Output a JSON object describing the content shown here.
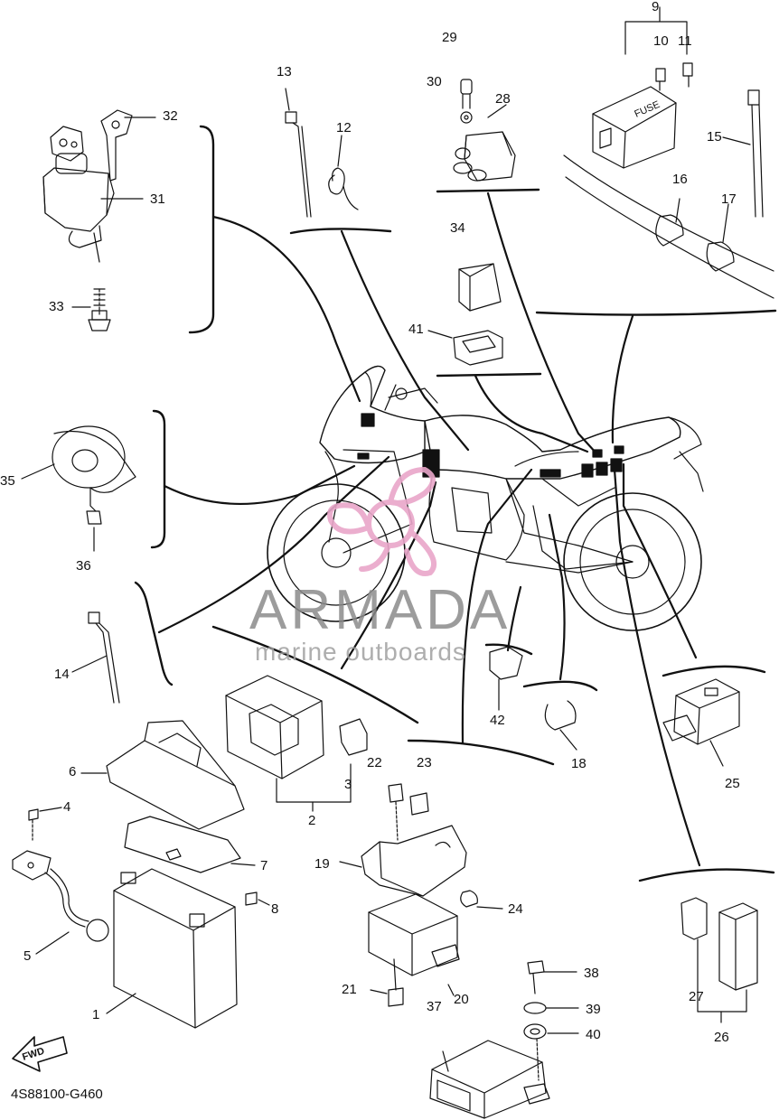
{
  "diagram": {
    "drawing_code": "4S88100-G460",
    "fwd_label": "FWD",
    "fuse_label": "FUSE"
  },
  "watermark": {
    "brand": "ARMADA",
    "tagline": "marine outboards",
    "color": "#e9a6c9"
  },
  "part_callouts": [
    {
      "number": "1"
    },
    {
      "number": "2"
    },
    {
      "number": "3"
    },
    {
      "number": "4"
    },
    {
      "number": "5"
    },
    {
      "number": "6"
    },
    {
      "number": "7"
    },
    {
      "number": "8"
    },
    {
      "number": "9"
    },
    {
      "number": "10"
    },
    {
      "number": "11"
    },
    {
      "number": "12"
    },
    {
      "number": "13"
    },
    {
      "number": "14"
    },
    {
      "number": "15"
    },
    {
      "number": "16"
    },
    {
      "number": "17"
    },
    {
      "number": "18"
    },
    {
      "number": "19"
    },
    {
      "number": "20"
    },
    {
      "number": "21"
    },
    {
      "number": "22"
    },
    {
      "number": "23"
    },
    {
      "number": "24"
    },
    {
      "number": "25"
    },
    {
      "number": "26"
    },
    {
      "number": "27"
    },
    {
      "number": "28"
    },
    {
      "number": "29"
    },
    {
      "number": "30"
    },
    {
      "number": "31"
    },
    {
      "number": "32"
    },
    {
      "number": "33"
    },
    {
      "number": "34"
    },
    {
      "number": "35"
    },
    {
      "number": "36"
    },
    {
      "number": "37"
    },
    {
      "number": "38"
    },
    {
      "number": "39"
    },
    {
      "number": "40"
    },
    {
      "number": "41"
    },
    {
      "number": "42"
    }
  ]
}
